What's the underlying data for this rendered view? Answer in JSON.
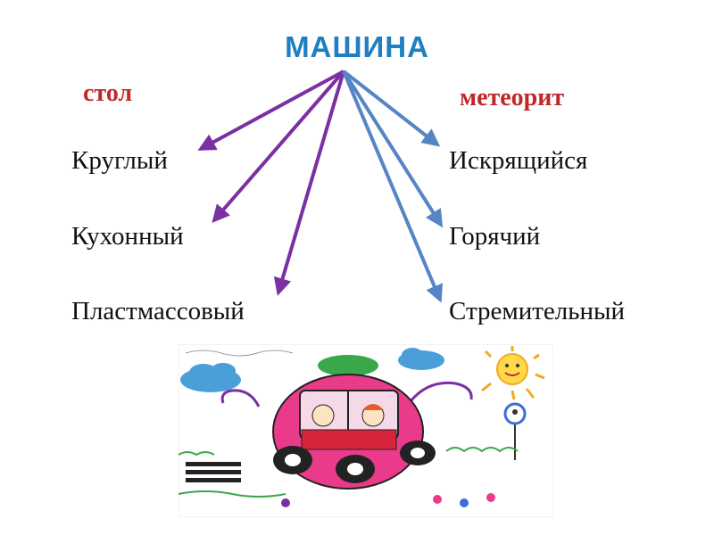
{
  "title": "МАШИНА",
  "left": {
    "category": "стол",
    "words": [
      "Круглый",
      "Кухонный",
      "Пластмассовый"
    ]
  },
  "right": {
    "category": "метеорит",
    "words": [
      "Искрящийся",
      "Горячий",
      "Стремительный"
    ]
  },
  "colors": {
    "title": "#1f7fc0",
    "category": "#c0282a",
    "left_arrows": "#7b2fa3",
    "right_arrows": "#5585c4"
  },
  "drawing": {
    "subject": "child's drawing of a pink car with two children, sun, clouds, flowers, road sign"
  }
}
